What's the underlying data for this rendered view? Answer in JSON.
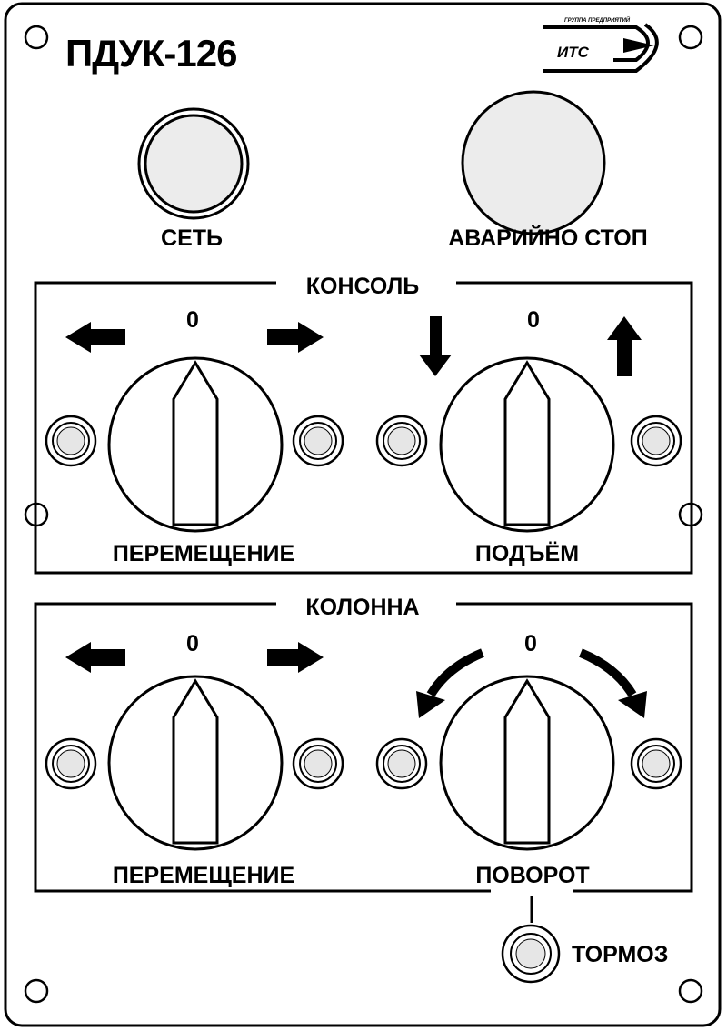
{
  "panel": {
    "title": "ПДУК-126",
    "brand_small": "ГРУППА ПРЕДПРИЯТИЙ",
    "brand_name": "ИТС"
  },
  "top_buttons": {
    "power_label": "СЕТЬ",
    "emergency_stop_label": "АВАРИЙНО СТОП"
  },
  "console_section": {
    "title": "КОНСОЛЬ",
    "left_switch": {
      "zero": "0",
      "label": "ПЕРЕМЕЩЕНИЕ"
    },
    "right_switch": {
      "zero": "0",
      "label": "ПОДЪЁМ"
    }
  },
  "column_section": {
    "title": "КОЛОННА",
    "left_switch": {
      "zero": "0",
      "label": "ПЕРЕМЕЩЕНИЕ"
    },
    "right_switch": {
      "zero": "0",
      "label": "ПОВОРОТ"
    }
  },
  "brake": {
    "label": "ТОРМОЗ"
  },
  "icons": [
    "arrow-left-icon",
    "arrow-right-icon",
    "arrow-down-icon",
    "arrow-up-icon",
    "curved-arrow-left-icon",
    "curved-arrow-right-icon",
    "itc-logo-icon"
  ]
}
